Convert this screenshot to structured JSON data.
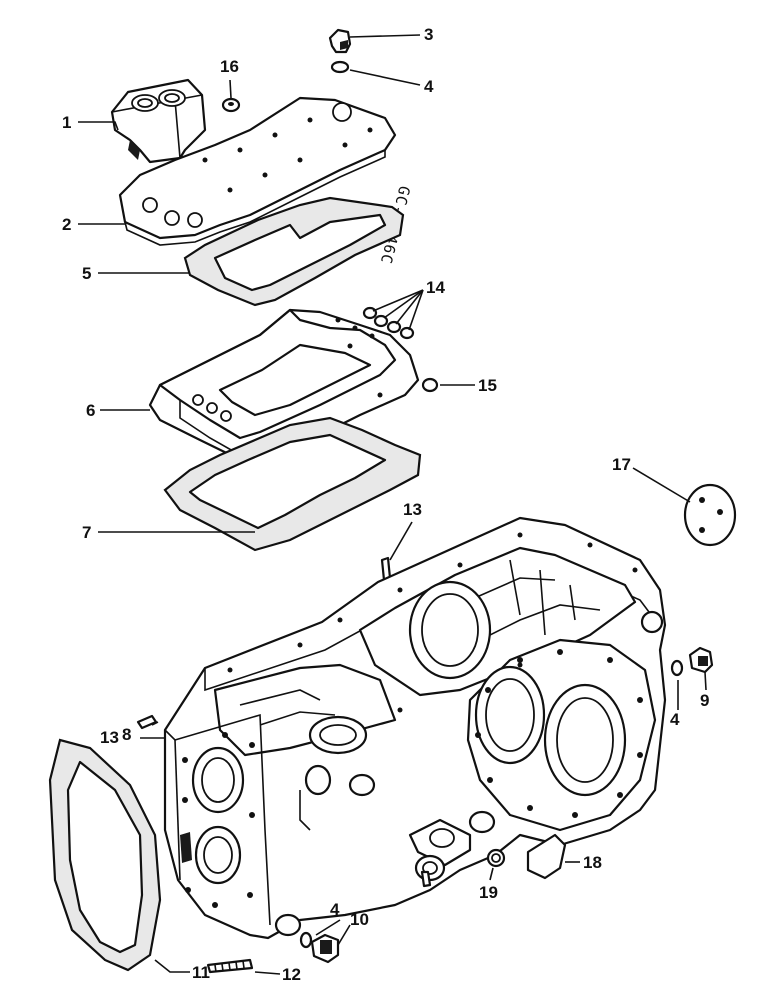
{
  "drawing_code": "GC-5746C",
  "callouts": {
    "c1": "1",
    "c2": "2",
    "c3": "3",
    "c4a": "4",
    "c4b": "4",
    "c4c": "4",
    "c5": "5",
    "c6": "6",
    "c7": "7",
    "c8": "8",
    "c9": "9",
    "c10": "10",
    "c11": "11",
    "c12": "12",
    "c13a": "13",
    "c13b": "13",
    "c14": "14",
    "c15": "15",
    "c16": "16",
    "c17": "17",
    "c18": "18",
    "c19": "19"
  },
  "colors": {
    "ink": "#111111",
    "paper": "#ffffff",
    "gasket": "#e8e8e8"
  }
}
